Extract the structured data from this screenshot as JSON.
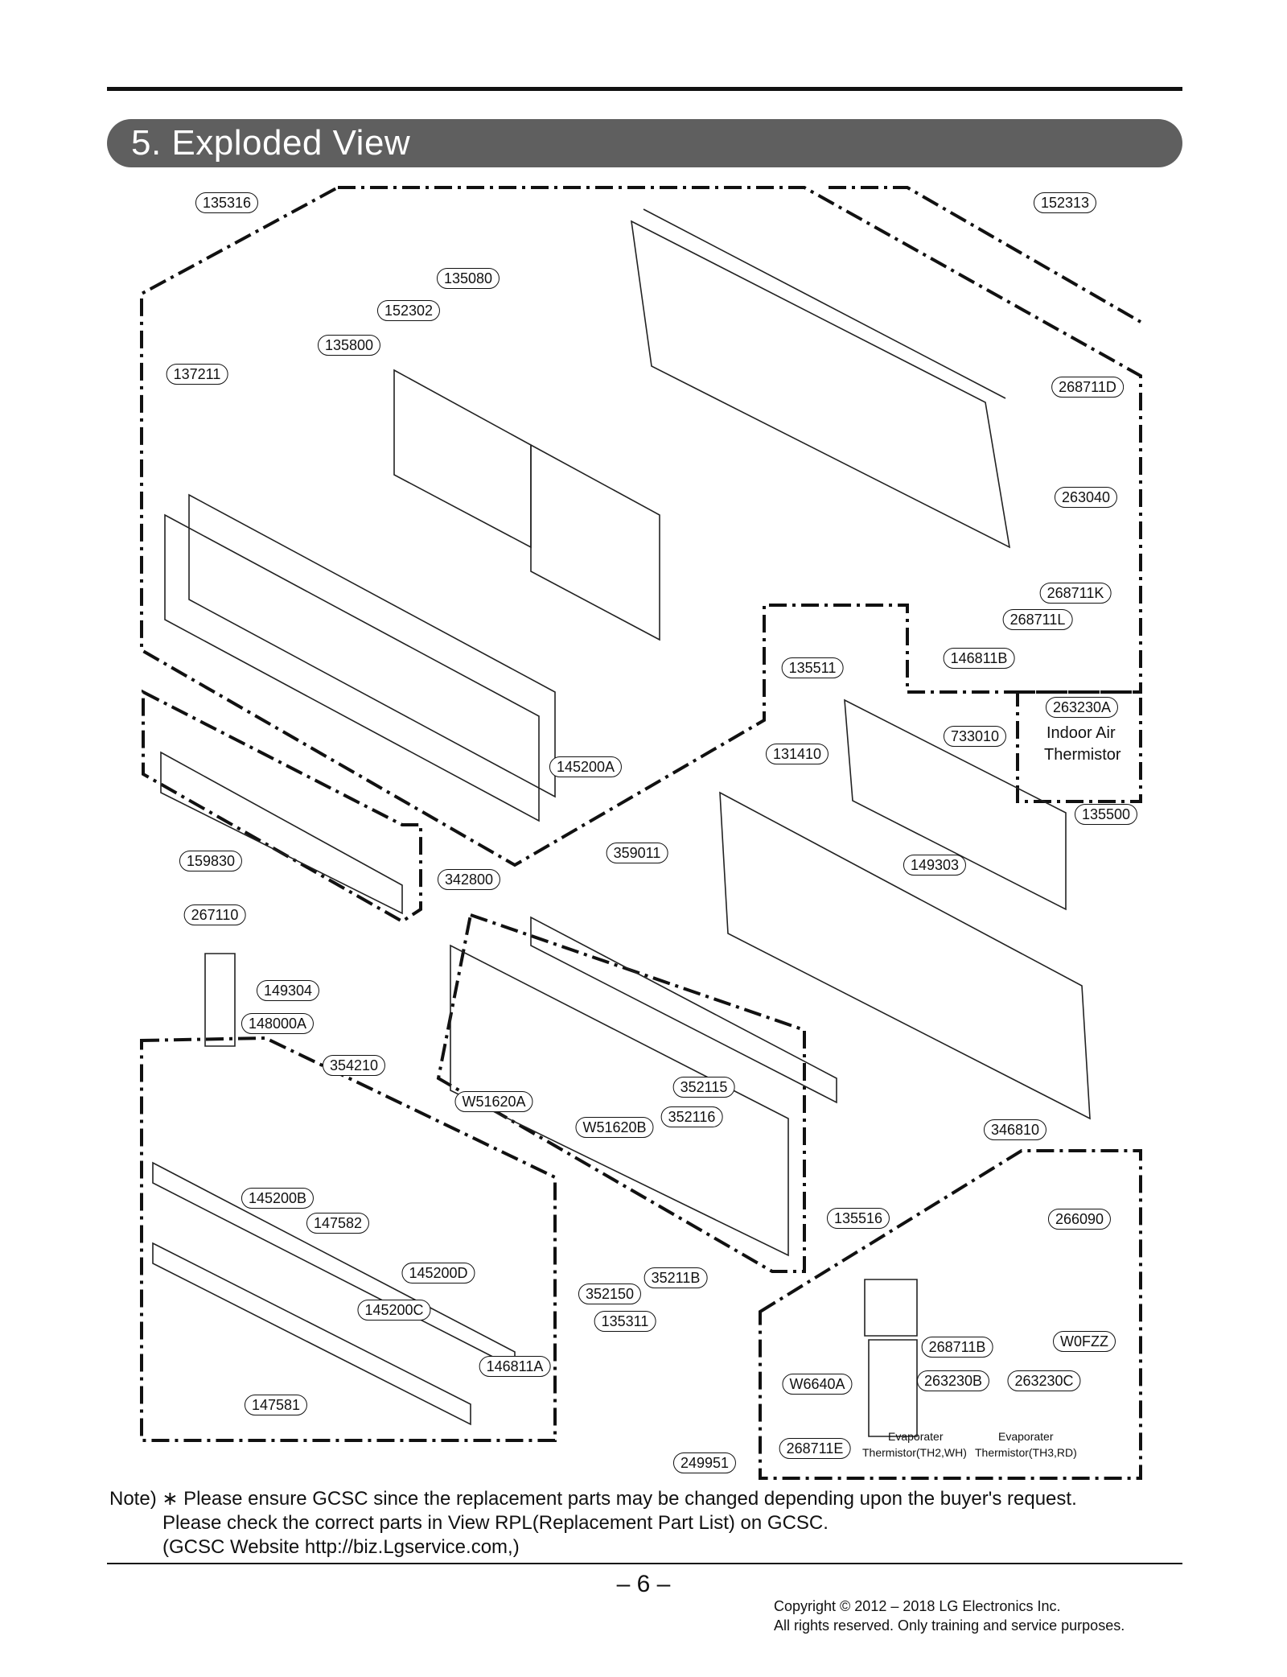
{
  "header": {
    "title": "5. Exploded View"
  },
  "part_labels": [
    "135316",
    "152313",
    "135080",
    "152302",
    "135800",
    "137211",
    "268711D",
    "263040",
    "268711K",
    "268711L",
    "146811B",
    "135511",
    "263230A",
    "733010",
    "131410",
    "135500",
    "145200A",
    "159830",
    "359011",
    "342800",
    "149303",
    "267110",
    "149304",
    "148000A",
    "354210",
    "W51620A",
    "352115",
    "352116",
    "W51620B",
    "346810",
    "135516",
    "266090",
    "145200B",
    "147582",
    "145200D",
    "145200C",
    "352150",
    "35211B",
    "135311",
    "146811A",
    "147581",
    "268711B",
    "W0FZZ",
    "W6640A",
    "263230B",
    "263230C",
    "268711E",
    "249951"
  ],
  "captions": {
    "indoor_air": "Indoor Air",
    "thermistor": "Thermistor",
    "evap_1_a": "Evaporater",
    "evap_1_b": "Thermistor(TH2,WH)",
    "evap_2_a": "Evaporater",
    "evap_2_b": "Thermistor(TH3,RD)"
  },
  "note": {
    "line1": "Note) ∗ Please ensure GCSC since the replacement parts may be changed depending upon the buyer's request.",
    "line2": "Please check  the correct parts in View RPL(Replacement Part List) on GCSC.",
    "line3": "(GCSC Website   http://biz.Lgservice.com,)"
  },
  "footer": {
    "page": "– 6 –",
    "copyright": "Copyright © 2012 – 2018 LG Electronics Inc.",
    "rights": "All rights reserved. Only training and service purposes."
  }
}
